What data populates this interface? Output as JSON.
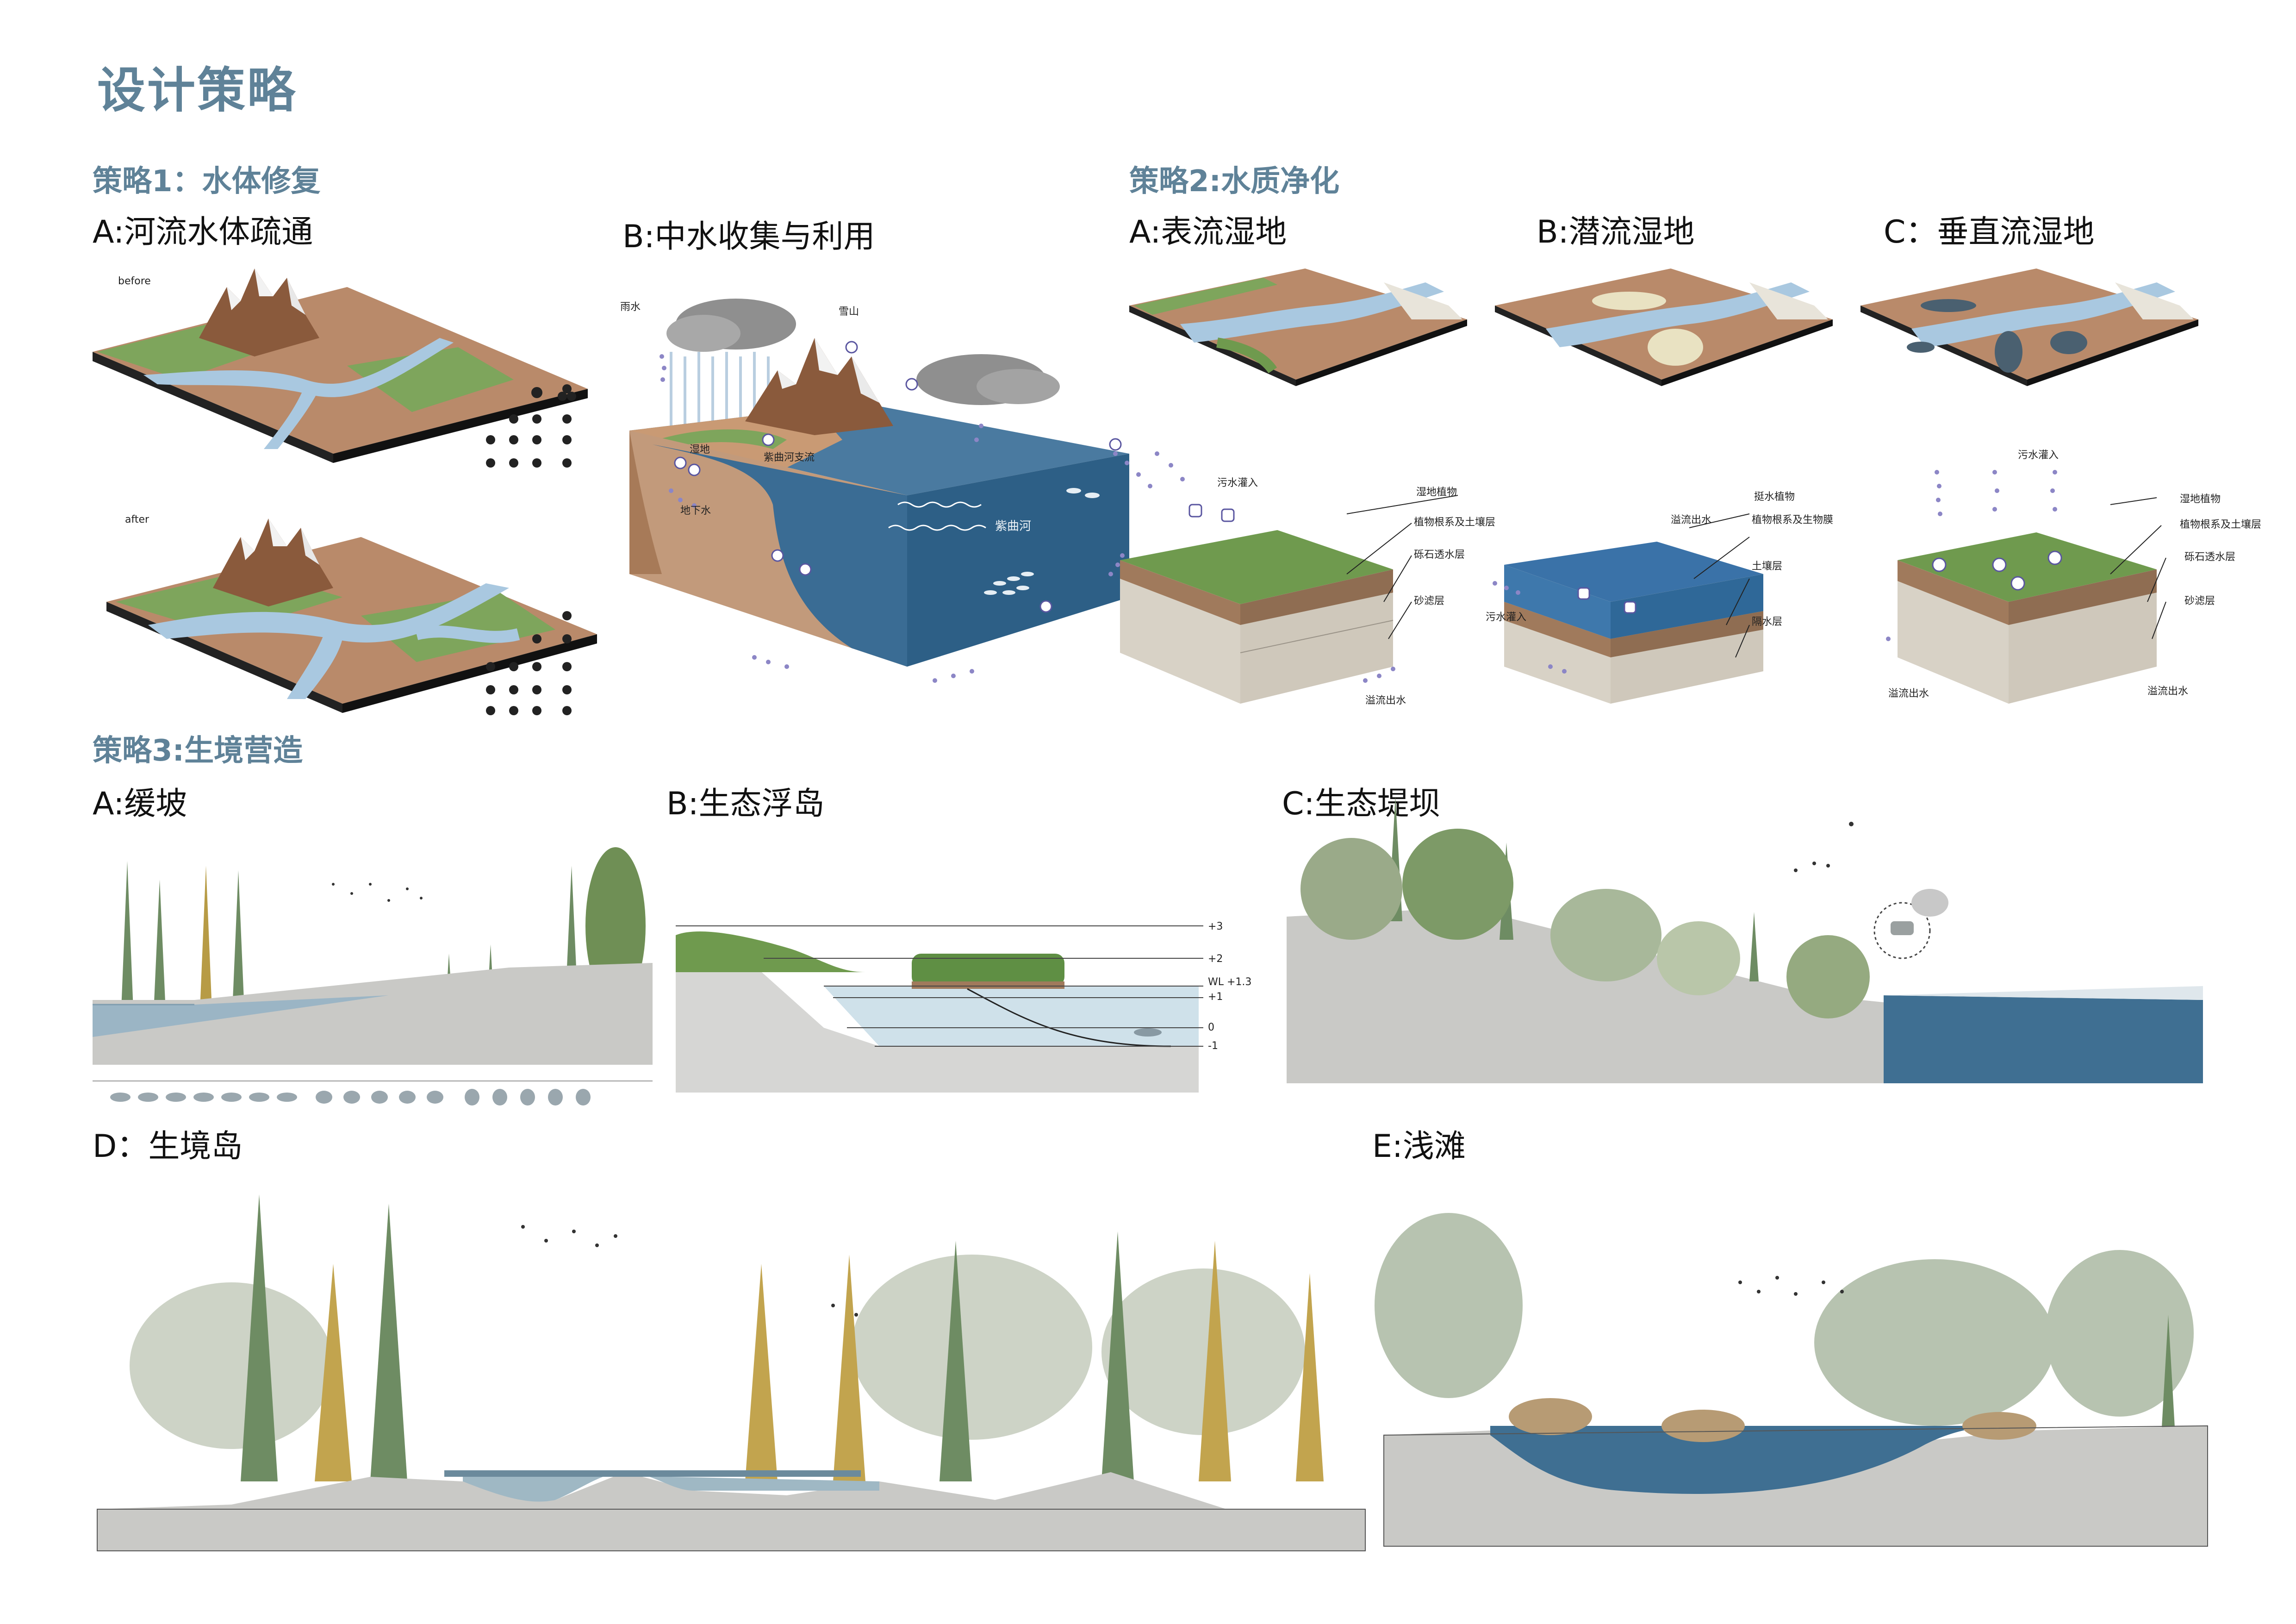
{
  "title": "设计策略",
  "strategy1": {
    "heading": "策略1：水体修复",
    "a": {
      "label": "A:河流水体疏通",
      "before": "before",
      "after": "after"
    },
    "b": {
      "label": "B:中水收集与利用",
      "rain": "雨水",
      "snow": "雪山",
      "wetland": "湿地",
      "tributary": "紫曲河支流",
      "groundwater": "地下水",
      "river": "紫曲河"
    }
  },
  "strategy2": {
    "heading": "策略2:水质净化",
    "a": {
      "label": "A:表流湿地",
      "sewage_in": "污水灌入",
      "plants": "湿地植物",
      "roots": "植物根系及土壤层",
      "gravel": "砾石透水层",
      "filter": "砂滤层",
      "overflow": "溢流出水"
    },
    "b": {
      "label": "B:潜流湿地",
      "overflow": "溢流出水",
      "plants": "挺水植物",
      "roots": "植物根系及生物膜",
      "soil": "土壤层",
      "gravel": "隔水层",
      "sewage_in": "污水灌入"
    },
    "c": {
      "label": "C：垂直流湿地",
      "sewage_in": "污水灌入",
      "plants": "湿地植物",
      "roots": "植物根系及土壤层",
      "gravel": "砾石透水层",
      "filter": "砂滤层",
      "overflow_l": "溢流出水",
      "overflow_r": "溢流出水"
    }
  },
  "strategy3": {
    "heading": "策略3:生境营造",
    "a": {
      "label": "A:缓坡"
    },
    "b": {
      "label": "B:生态浮岛",
      "levels": [
        "+3",
        "+2",
        "WL +1.3",
        "+1",
        "0",
        "-1"
      ]
    },
    "c": {
      "label": "C:生态堤坝"
    },
    "d": {
      "label": "D：生境岛"
    },
    "e": {
      "label": "E:浅滩"
    }
  },
  "colors": {
    "heading": "#5f8298",
    "water": "#3f6f92",
    "soil": "#b98a6a",
    "grass": "#6f9a4e",
    "ground": "#c9c9c6"
  }
}
